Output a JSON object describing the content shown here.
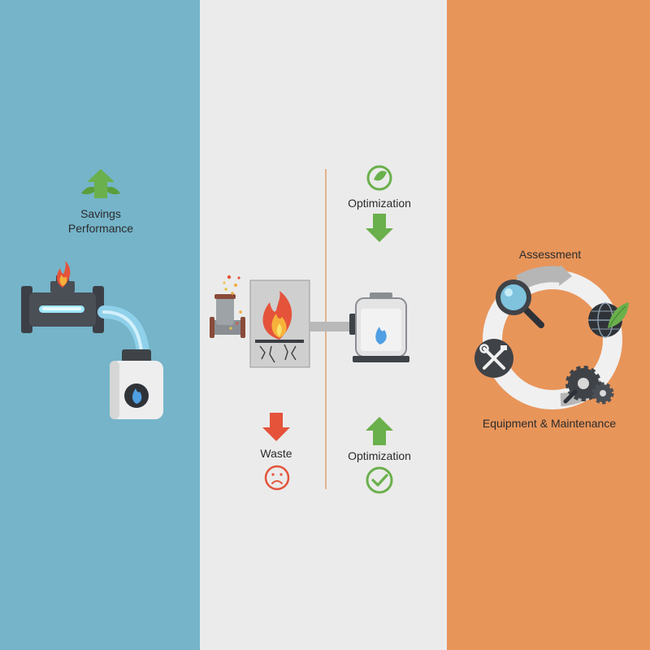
{
  "colors": {
    "left_panel": "#75b4c9",
    "middle_panel": "#ebebeb",
    "right_panel": "#e8955a",
    "green": "#6ab04c",
    "red": "#e4533a",
    "divider": "#e0a070"
  },
  "left": {
    "savings_label": "Savings",
    "performance_label": "Performance",
    "icons": [
      "up-arrow-leaves-icon",
      "pipe-icon",
      "flame-icon",
      "gas-tank-icon"
    ]
  },
  "middle": {
    "top_optimization_label": "Optimization",
    "bottom_optimization_label": "Optimization",
    "waste_label": "Waste",
    "icons": [
      "check-leaf-icon",
      "down-arrow-icon",
      "leaking-pipe-icon",
      "furnace-icon",
      "efficient-tank-icon",
      "down-arrow-red-icon",
      "sad-face-icon",
      "up-arrow-icon",
      "check-circle-icon"
    ]
  },
  "right": {
    "assessment_label": "Assessment",
    "equipment_label": "Equipment & Maintenance",
    "icons": [
      "cycle-ring-icon",
      "magnifier-icon",
      "globe-leaf-icon",
      "tools-icon",
      "gears-icon"
    ]
  }
}
